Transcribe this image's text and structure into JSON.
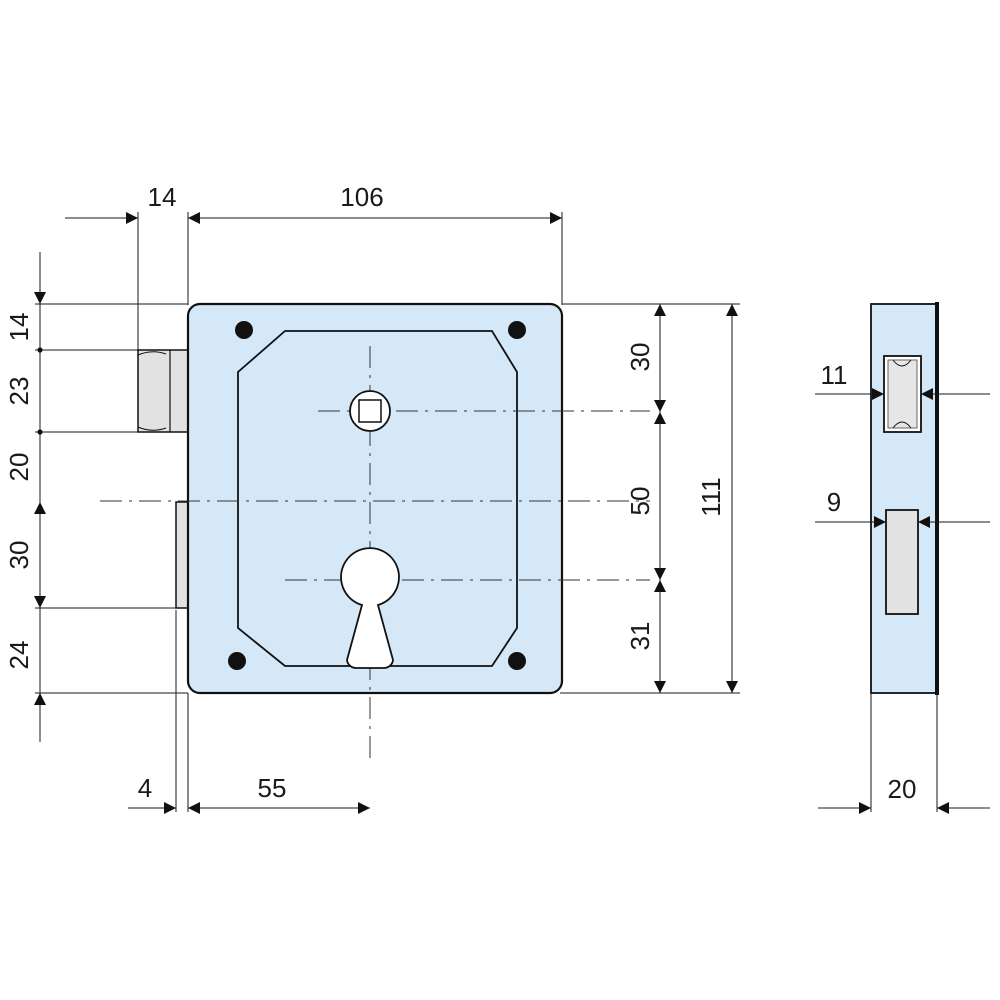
{
  "colors": {
    "plate_fill": "#d5e8f8",
    "bolt_fill": "#e2e2e2",
    "line": "#111111"
  },
  "front_view": {
    "dim_top": {
      "bolt_projection": "14",
      "case_width": "106"
    },
    "dim_left": {
      "a": "14",
      "b": "23",
      "c": "20",
      "d": "30",
      "e": "24"
    },
    "dim_right": {
      "a": "30",
      "b": "50",
      "c": "31",
      "total": "111"
    },
    "dim_bottom": {
      "faceplate": "4",
      "backset": "55"
    }
  },
  "side_view": {
    "upper_cutout": "11",
    "lower_cutout": "9",
    "thickness": "20"
  }
}
